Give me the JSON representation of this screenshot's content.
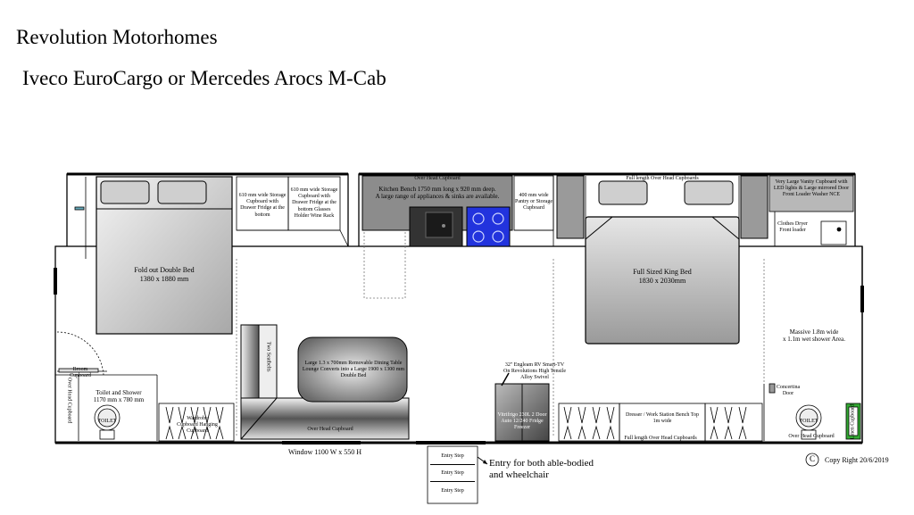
{
  "title": "Revolution Motorhomes",
  "subtitle": "Iveco EuroCargo or Mercedes Arocs M-Cab",
  "labels": {
    "bed_left": "Fold out Double Bed\n1380 x 1880 mm",
    "cupboard1": "610 mm wide Storage Cupboard with Drawer Fridge at the bottom",
    "cupboard2": "610 mm wide Storage Cupboard with Drawer Fridge at the bottom Glasses Holder Wine Rack",
    "overhead_top": "Over Head Cupboard",
    "kitchen": "Kitchen Bench 1750 mm long x 920 mm deep.\nA large range of appliances & sinks are available.",
    "pantry": "400 mm wide Pantry or Storage Cupboard",
    "full_length_top": "Full length Over Head Cupboards",
    "vanity": "Very Large Vanity Cupboard with LED lights & Large mirrored Door Front Loader Washer NCE",
    "clothes_dryer": "Clothes Dryer Front loader",
    "king_bed": "Full Sized King Bed\n1830 x 2030mm",
    "shower": "Massive 1.8m wide\nx 1.1m wet shower Area.",
    "concertina": "Concertina Door",
    "tv": "32\" Engleam RV Smart-TV On Revolutions High Tensile Alloy Swivel",
    "fridge": "Vitrifrigo 230L 2 Door Auto 12/240 Fridge Freezer",
    "dresser": "Dresser / Work Station Bench Top 1m wide",
    "full_length_bottom": "Full length Over Head Cupboards",
    "overhead_bottom_right": "Over Head Cupboard",
    "overhead_bottom_mid": "Over Head Cupboard",
    "dining": "Large 1.3 x 700mm Removable Dining Table Lounge Converts into a Large 1900 x 1300 mm Double Bed",
    "tv_side": "Two Seatbelts",
    "toilet_shower": "Toilet and Shower\n1170 mm x 780 mm",
    "overhead_vert": "Over Head Cupboard",
    "broom": "Broom Cupboard",
    "wardrobe": "Wardrobe Cupboard Hanging Cupboard",
    "toilet_left": "TOILET",
    "toilet_right": "TOILET",
    "linen": "Linen Cupboard",
    "window": "Window 1100 W x 550 H",
    "entry_step_1": "Entry Step",
    "entry_step_2": "Entry Step",
    "entry_step_3": "Entry Step",
    "entry_note": "Entry for both able-bodied\nand wheelchair",
    "copyright": "Copy Right 20/6/2019",
    "copyright_symbol": "C"
  },
  "colors": {
    "hob": "#2233dd",
    "bench": "#8c8c8c",
    "sink": "#333333",
    "pillow": "#cfcfcf"
  }
}
